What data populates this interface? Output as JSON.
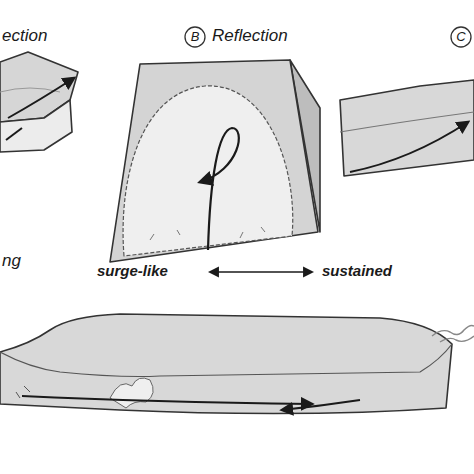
{
  "diagram": {
    "labels": [
      "ection",
      "B",
      "Reflection",
      "C",
      "ng",
      "surge-like",
      "sustained"
    ]
  }
}
